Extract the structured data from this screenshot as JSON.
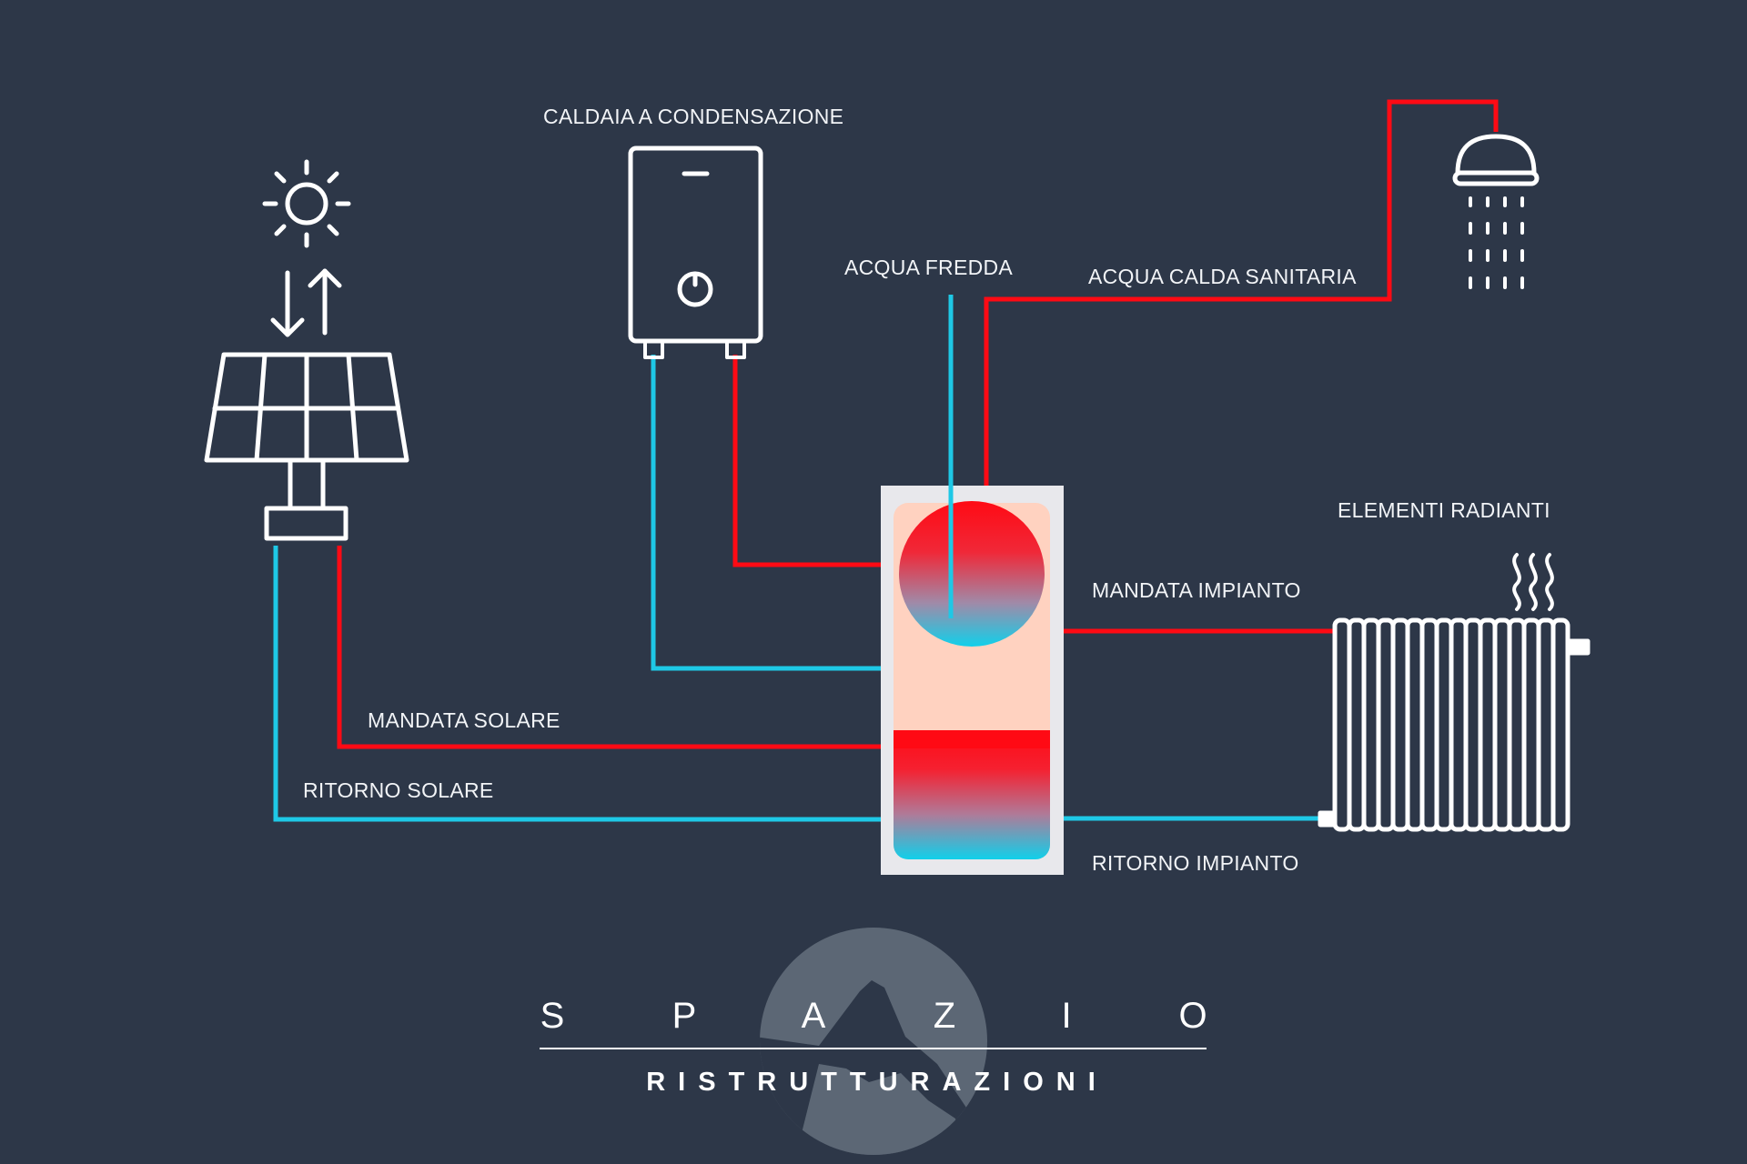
{
  "colors": {
    "background": "#2d3748",
    "hot_pipe": "#ff0a14",
    "cold_pipe": "#1ec8e6",
    "tank_body": "#e8e8ec",
    "tank_inner": "#ffd2c0",
    "icon": "#ffffff"
  },
  "labels": {
    "boiler": "CALDAIA A CONDENSAZIONE",
    "cold_water": "ACQUA FREDDA",
    "hot_water": "ACQUA CALDA SANITARIA",
    "radiators": "ELEMENTI RADIANTI",
    "system_supply": "MANDATA IMPIANTO",
    "system_return": "RITORNO IMPIANTO",
    "solar_supply": "MANDATA SOLARE",
    "solar_return": "RITORNO SOLARE"
  },
  "logo": {
    "letters": [
      "S",
      "P",
      "A",
      "Z",
      "I",
      "O"
    ],
    "subtitle": "RISTRUTTURAZIONI"
  },
  "icons": [
    "sun-icon",
    "up-down-arrows-icon",
    "solar-panel-icon",
    "boiler-icon",
    "shower-icon",
    "radiator-icon",
    "heat-waves-icon",
    "storage-tank-icon",
    "mountain-logo-icon"
  ]
}
